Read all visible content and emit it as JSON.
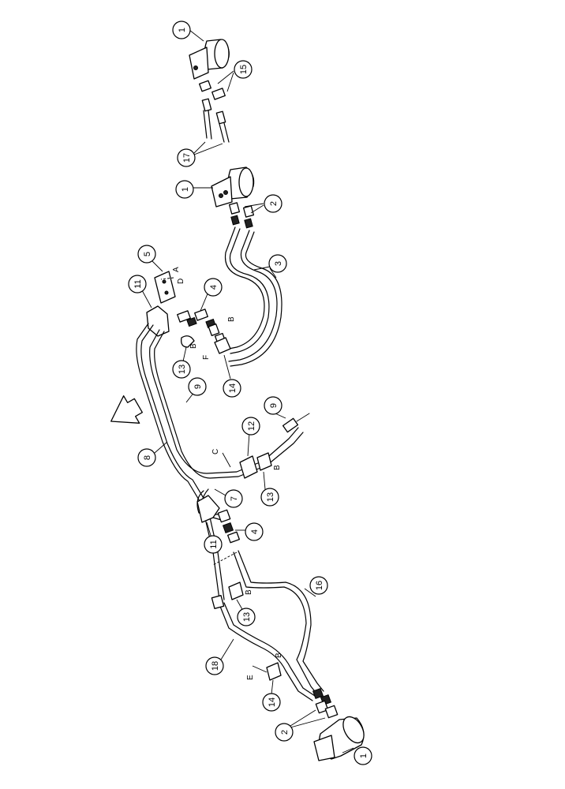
{
  "callouts": {
    "c1_top": "1",
    "c15": "15",
    "c17": "17",
    "c1_mid": "1",
    "c2_top": "2",
    "c3": "3",
    "c5": "5",
    "c11_top": "11",
    "c4_top": "4",
    "c13_top": "13",
    "c14_top": "14",
    "c9_left": "9",
    "c9_right": "9",
    "c12": "12",
    "c8": "8",
    "c7": "7",
    "c13_mid": "13",
    "c11_mid": "11",
    "c4_mid": "4",
    "c16": "16",
    "c13_low": "13",
    "c18": "18",
    "c14_low": "14",
    "c2_low": "2",
    "c1_low": "1"
  },
  "letters": {
    "A": "A",
    "D": "D",
    "B_bracket13": "B",
    "F": "F",
    "B_hose3": "B",
    "C": "C",
    "B_bracket13_mid": "B",
    "B_bracket13_low": "B",
    "B_bracket14_low": "B",
    "E": "E"
  },
  "icons": {
    "direction": "direction-arrow-icon"
  }
}
